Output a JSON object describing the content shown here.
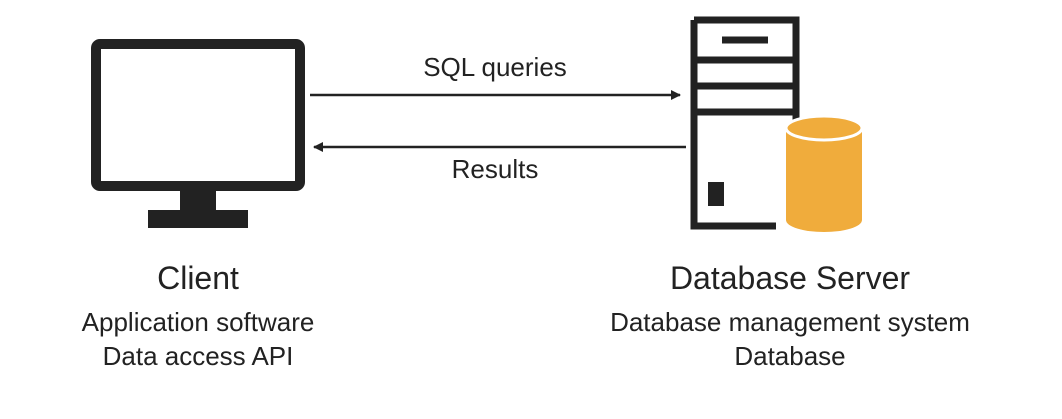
{
  "arrows": {
    "request_label": "SQL queries",
    "response_label": "Results"
  },
  "client": {
    "title": "Client",
    "lines": [
      "Application software",
      "Data access API"
    ]
  },
  "server": {
    "title": "Database Server",
    "lines": [
      "Database management system",
      "Database"
    ]
  },
  "colors": {
    "outline": "#222222",
    "database": "#f0ac3c",
    "background": "#ffffff"
  },
  "icons": {
    "client": "monitor-icon",
    "server": "server-tower-icon",
    "database": "database-cylinder-icon"
  }
}
